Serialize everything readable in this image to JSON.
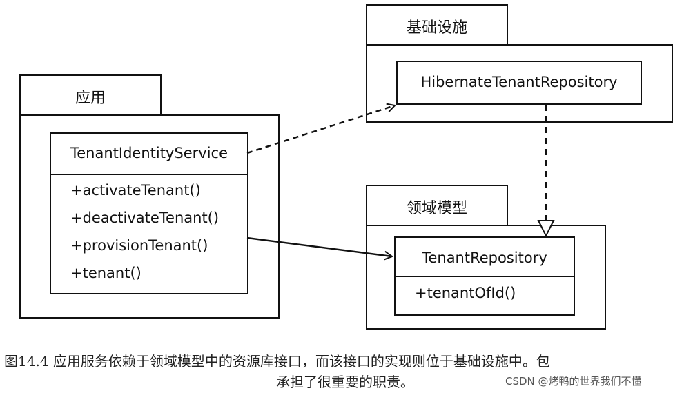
{
  "packages": {
    "application": {
      "label": "应用"
    },
    "infrastructure": {
      "label": "基础设施"
    },
    "domain_model": {
      "label": "领域模型"
    }
  },
  "classes": {
    "tenant_identity_service": {
      "name": "TenantIdentityService",
      "methods": [
        "+activateTenant()",
        "+deactivateTenant()",
        "+provisionTenant()",
        "+tenant()"
      ]
    },
    "hibernate_tenant_repository": {
      "name": "HibernateTenantRepository"
    },
    "tenant_repository": {
      "name": "TenantRepository",
      "methods": [
        "+tenantOfId()"
      ]
    }
  },
  "caption": {
    "line1": "图14.4 应用服务依赖于领域模型中的资源库接口，而该接口的实现则位于基础设施中。包",
    "line2": "承担了很重要的职责。"
  },
  "watermark": "CSDN @烤鸭的世界我们不懂"
}
